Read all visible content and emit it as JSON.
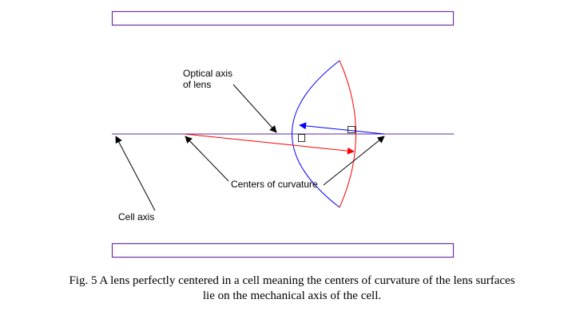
{
  "labels": {
    "optical_axis_line1": "Optical axis",
    "optical_axis_line2": "of lens",
    "centers_of_curvature": "Centers of curvature",
    "cell_axis": "Cell axis"
  },
  "caption": {
    "line1": "Fig. 5 A lens perfectly centered in a cell meaning the centers of curvature of the lens surfaces",
    "line2": "lie on the mechanical axis of the cell."
  },
  "colors": {
    "cell_wall": "#7030a0",
    "axis": "#5b2c9e",
    "lens_left_surface": "#0000ff",
    "lens_right_surface": "#ff0000",
    "pointer": "#000000"
  }
}
